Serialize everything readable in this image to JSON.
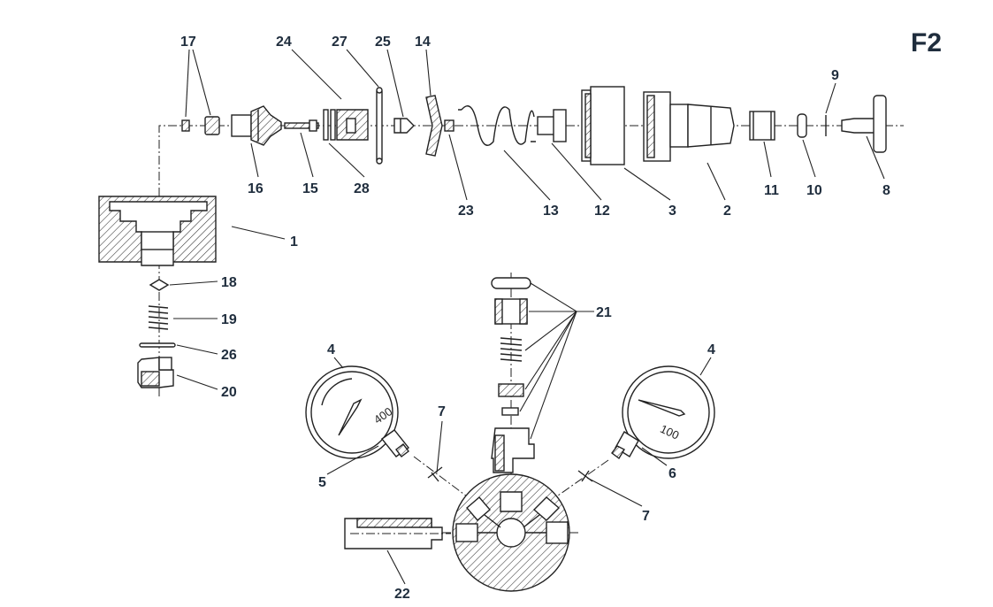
{
  "figure_id": "F2",
  "part_labels": [
    {
      "id": "p17",
      "text": "17"
    },
    {
      "id": "p24",
      "text": "24"
    },
    {
      "id": "p27",
      "text": "27"
    },
    {
      "id": "p25",
      "text": "25"
    },
    {
      "id": "p14",
      "text": "14"
    },
    {
      "id": "p9",
      "text": "9"
    },
    {
      "id": "p16",
      "text": "16"
    },
    {
      "id": "p15",
      "text": "15"
    },
    {
      "id": "p28",
      "text": "28"
    },
    {
      "id": "p23",
      "text": "23"
    },
    {
      "id": "p13",
      "text": "13"
    },
    {
      "id": "p12",
      "text": "12"
    },
    {
      "id": "p3",
      "text": "3"
    },
    {
      "id": "p2",
      "text": "2"
    },
    {
      "id": "p11",
      "text": "11"
    },
    {
      "id": "p10",
      "text": "10"
    },
    {
      "id": "p8",
      "text": "8"
    },
    {
      "id": "p1",
      "text": "1"
    },
    {
      "id": "p18",
      "text": "18"
    },
    {
      "id": "p19",
      "text": "19"
    },
    {
      "id": "p26",
      "text": "26"
    },
    {
      "id": "p20",
      "text": "20"
    },
    {
      "id": "p21",
      "text": "21"
    },
    {
      "id": "p4a",
      "text": "4"
    },
    {
      "id": "p4b",
      "text": "4"
    },
    {
      "id": "p7a",
      "text": "7"
    },
    {
      "id": "p7b",
      "text": "7"
    },
    {
      "id": "p5",
      "text": "5"
    },
    {
      "id": "p6",
      "text": "6"
    },
    {
      "id": "p22",
      "text": "22"
    }
  ],
  "gauges": {
    "left_dial_text": "400",
    "right_dial_text": "100"
  }
}
